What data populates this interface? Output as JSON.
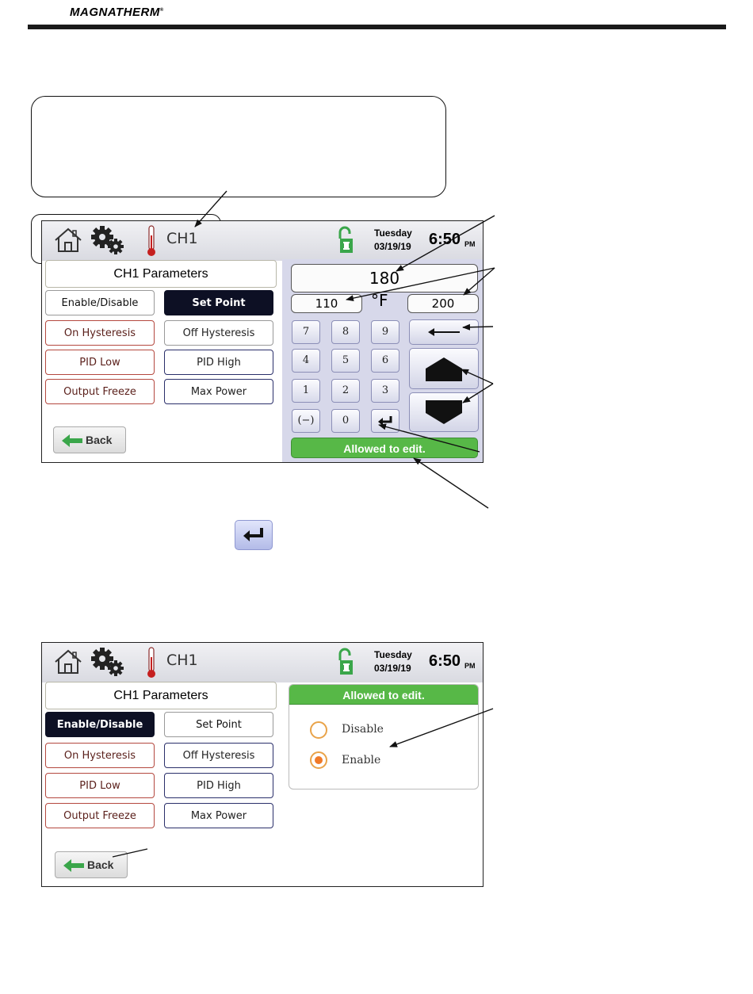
{
  "document": {
    "brand": "MAGNATHERM",
    "brand_mark": "®"
  },
  "screen1": {
    "topbar": {
      "channel": "CH1",
      "day": "Tuesday",
      "date": "03/19/19",
      "time": "6:50",
      "ampm": "PM"
    },
    "title": "CH1 Parameters",
    "buttons": {
      "enable_disable": "Enable/Disable",
      "set_point": "Set Point",
      "on_hysteresis": "On Hysteresis",
      "off_hysteresis": "Off Hysteresis",
      "pid_low": "PID Low",
      "pid_high": "PID High",
      "output_freeze": "Output Freeze",
      "max_power": "Max Power",
      "back": "Back"
    },
    "keypad": {
      "value": "180",
      "min": "110",
      "unit": "°F",
      "max": "200",
      "keys": [
        "7",
        "8",
        "9",
        "4",
        "5",
        "6",
        "1",
        "2",
        "3",
        "(−)",
        "0"
      ],
      "status": "Allowed to edit."
    }
  },
  "screen2": {
    "topbar": {
      "channel": "CH1",
      "day": "Tuesday",
      "date": "03/19/19",
      "time": "6:50",
      "ampm": "PM"
    },
    "title": "CH1 Parameters",
    "buttons": {
      "enable_disable": "Enable/Disable",
      "set_point": "Set Point",
      "on_hysteresis": "On Hysteresis",
      "off_hysteresis": "Off Hysteresis",
      "pid_low": "PID Low",
      "pid_high": "PID High",
      "output_freeze": "Output Freeze",
      "max_power": "Max Power",
      "back": "Back"
    },
    "panel": {
      "status": "Allowed to edit.",
      "options": [
        "Disable",
        "Enable"
      ],
      "selected": "Enable"
    }
  },
  "colors": {
    "status_green": "#57b847",
    "selected_button": "#0d1024",
    "keypad_bg": "#d7d8ea",
    "radio_orange": "#f07a28",
    "lock_green": "#3aa64a"
  }
}
